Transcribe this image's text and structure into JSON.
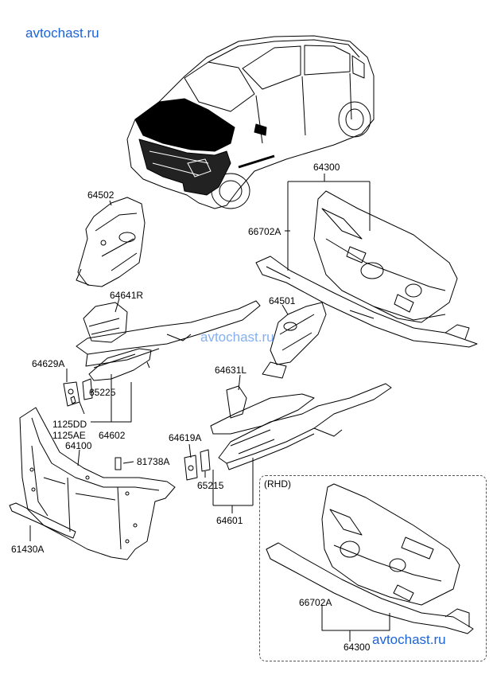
{
  "watermarks": {
    "top_left": "avtochast.ru",
    "middle": "avtochast.ru",
    "bottom_right": "avtochast.ru"
  },
  "rhd_label": "(RHD)",
  "parts": {
    "p64300_top": "64300",
    "p66702A_top": "66702A",
    "p64502": "64502",
    "p64641R": "64641R",
    "p64501": "64501",
    "p64629A": "64629A",
    "p65225": "65225",
    "p64631L": "64631L",
    "p1125DD": "1125DD",
    "p1125AE": "1125AE",
    "p64602": "64602",
    "p64100": "64100",
    "p64619A": "64619A",
    "p81738A": "81738A",
    "p65215": "65215",
    "p64601": "64601",
    "p61430A": "61430A",
    "p66702A_rhd": "66702A",
    "p64300_rhd": "64300"
  },
  "colors": {
    "line": "#000000",
    "watermark": "#1d63d8"
  }
}
